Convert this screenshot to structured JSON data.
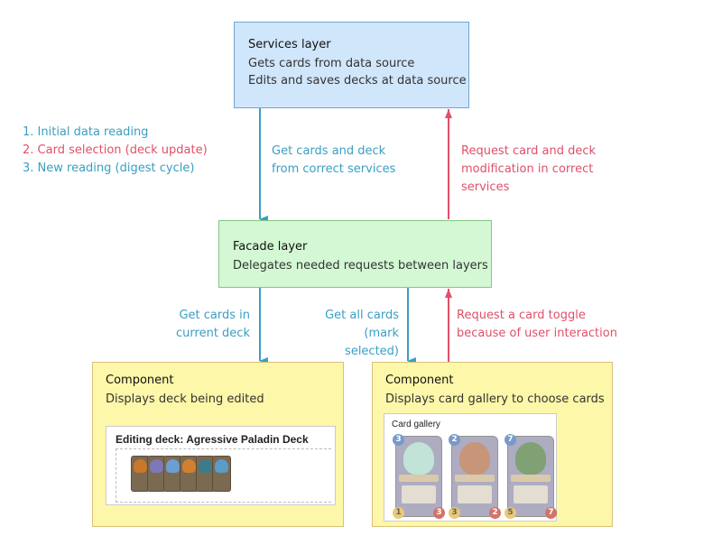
{
  "services": {
    "title": "Services layer",
    "lines": [
      "Gets cards from data source",
      "Edits and saves decks at data source"
    ]
  },
  "legend": [
    {
      "text": "1. Initial data reading",
      "color": "#3a9fc3"
    },
    {
      "text": "2. Card selection (deck update)",
      "color": "#e05068"
    },
    {
      "text": "3. New reading (digest cycle)",
      "color": "#3a9fc3"
    }
  ],
  "top_labels": {
    "down": [
      "Get cards and deck",
      "from correct services"
    ],
    "up": [
      "Request card and deck",
      "modification in correct",
      "services"
    ]
  },
  "facade": {
    "title": "Facade layer",
    "line": "Delegates needed requests between layers"
  },
  "bottom_labels": {
    "left_down": [
      "Get cards in",
      "current deck"
    ],
    "mid_down": [
      "Get all cards",
      "(mark selected)"
    ],
    "up": [
      "Request a card toggle",
      "because of user interaction"
    ]
  },
  "component_left": {
    "title": "Component",
    "line": "Displays deck being edited",
    "panel_title": "Editing deck: Agressive Paladin Deck",
    "cards": [
      "#c9772a",
      "#7d78b8",
      "#6a9fcf",
      "#d08030",
      "#3d7a8a",
      "#5a9bc8"
    ]
  },
  "component_right": {
    "title": "Component",
    "line": "Displays card gallery to choose cards",
    "panel_title": "Card gallery",
    "cards": [
      {
        "mana": "3",
        "attack": "1",
        "health": "3",
        "art": "#a8d8c8"
      },
      {
        "mana": "2",
        "attack": "3",
        "health": "2",
        "art": "#b06a40"
      },
      {
        "mana": "7",
        "attack": "5",
        "health": "7",
        "art": "#4a7a3a"
      }
    ]
  },
  "colors": {
    "read": "#3a9fc3",
    "write": "#e05068"
  }
}
